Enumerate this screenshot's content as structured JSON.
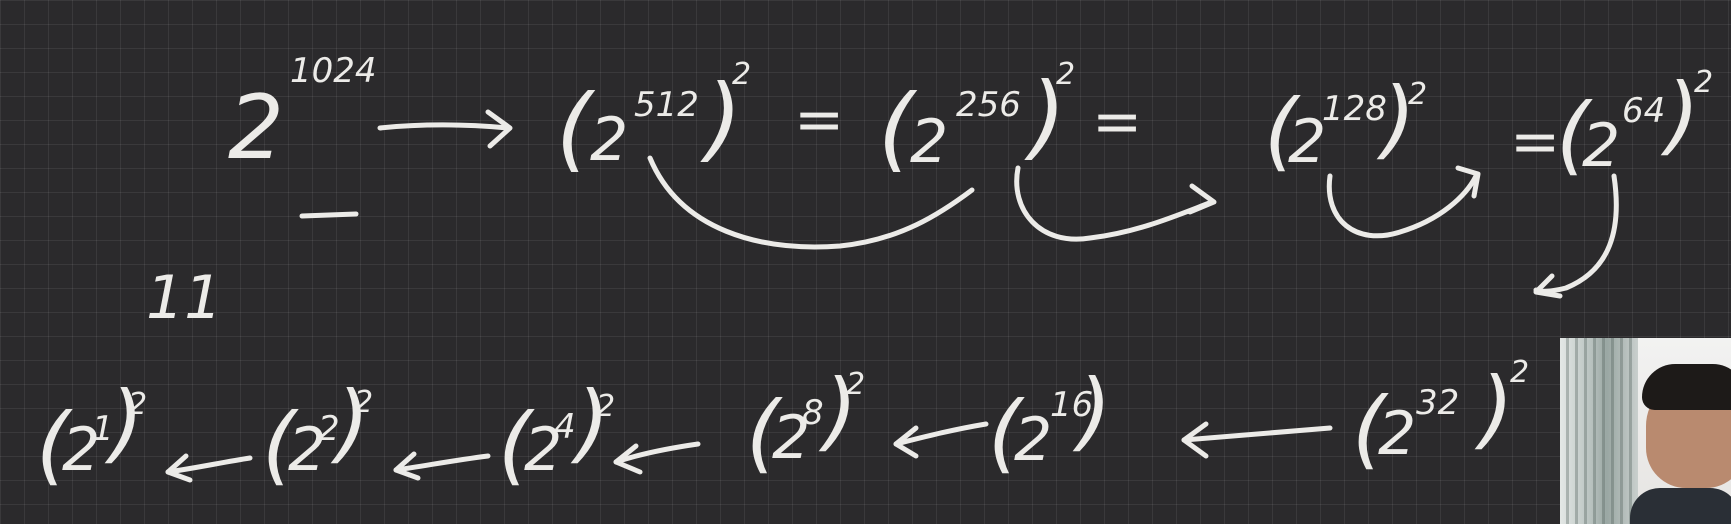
{
  "board": {
    "row1": {
      "base": "2",
      "exp_1024": "1024",
      "exp_512": "512",
      "exp_256": "256",
      "exp_128": "128",
      "exp_64": "64",
      "square": "2",
      "equals": "="
    },
    "row2": {
      "base": "2",
      "exp_1": "1",
      "exp_2": "2",
      "exp_4": "4",
      "exp_8": "8",
      "exp_16": "16",
      "exp_32": "32",
      "square": "2"
    },
    "mark_eleven": "11"
  },
  "webcam": {
    "icon": "presenter-video-feed"
  }
}
